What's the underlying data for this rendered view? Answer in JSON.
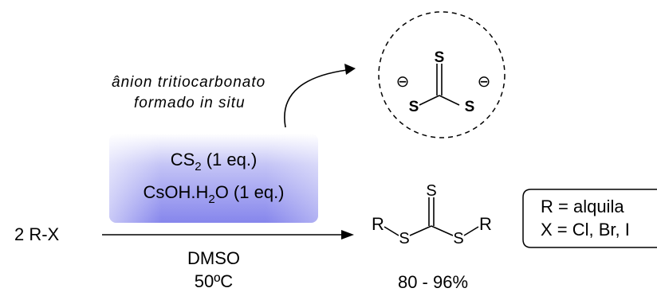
{
  "annotation": {
    "line1": "ânion tritiocarbonato",
    "line2": "formado in situ"
  },
  "anion": {
    "atom_top": "S",
    "atom_left": "S",
    "atom_right": "S",
    "charge_left": "⊖",
    "charge_right": "⊖"
  },
  "reagent_box": {
    "color": "#8888ee",
    "line1_main": "CS",
    "line1_sub": "2",
    "line1_rest": " (1 eq.)",
    "line2_main": "CsOH.H",
    "line2_sub": "2",
    "line2_rest": "O (1 eq.)"
  },
  "reactant": "2 R-X",
  "conditions": {
    "solvent": "DMSO",
    "temperature": "50ºC"
  },
  "product": {
    "atom_top": "S",
    "atom_left": "S",
    "atom_right": "S",
    "r_left": "R",
    "r_right": "R",
    "yield": "80 - 96%"
  },
  "legend": {
    "line1": "R = alquila",
    "line2": "X = Cl, Br, I"
  }
}
